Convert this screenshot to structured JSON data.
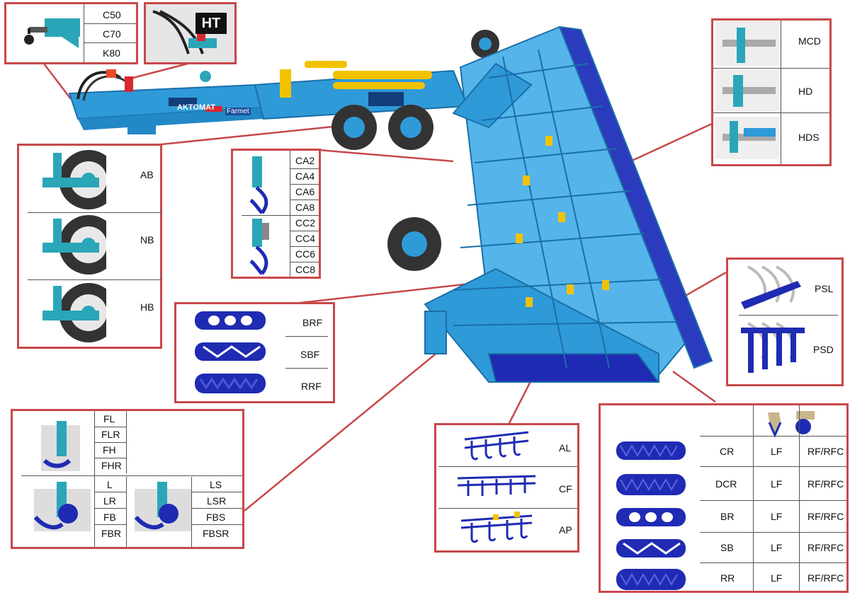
{
  "colors": {
    "accent": "#c8484a",
    "machine_blue": "#2f9ad8",
    "part_blue": "#1f2bb3",
    "teal": "#2aa6b8",
    "yellow": "#f2c200"
  },
  "hitch": {
    "items": [
      "C50",
      "C70",
      "K80"
    ]
  },
  "hydraulics": {
    "label": "HT"
  },
  "hydraulic_control": {
    "items": [
      "MCD",
      "HD",
      "HDS"
    ]
  },
  "brakes": {
    "items": [
      "AB",
      "NB",
      "HB"
    ]
  },
  "coulters": {
    "group_a": [
      "CA2",
      "CA4",
      "CA6",
      "CA8"
    ],
    "group_b": [
      "CC2",
      "CC4",
      "CC6",
      "CC8"
    ]
  },
  "front_rollers": {
    "items": [
      "BRF",
      "SBF",
      "RRF"
    ]
  },
  "levelling": {
    "top": [
      "FL",
      "FLR",
      "FH",
      "FHR"
    ],
    "left": [
      "L",
      "LR",
      "FB",
      "FBR"
    ],
    "right": [
      "LS",
      "LSR",
      "FBS",
      "FBSR"
    ]
  },
  "tines": {
    "items": [
      "AL",
      "CF",
      "AP"
    ]
  },
  "harrows": {
    "items": [
      "PSL",
      "PSD"
    ]
  },
  "rear_rollers": {
    "rows": [
      {
        "roller": "CR",
        "lf": "LF",
        "rf": "RF/RFC"
      },
      {
        "roller": "DCR",
        "lf": "LF",
        "rf": "RF/RFC"
      },
      {
        "roller": "BR",
        "lf": "LF",
        "rf": "RF/RFC"
      },
      {
        "roller": "SB",
        "lf": "LF",
        "rf": "RF/RFC"
      },
      {
        "roller": "RR",
        "lf": "LF",
        "rf": "RF/RFC"
      }
    ]
  },
  "machine": {
    "brand_text": "AKTOMAT",
    "maker_text": "Farmet"
  }
}
